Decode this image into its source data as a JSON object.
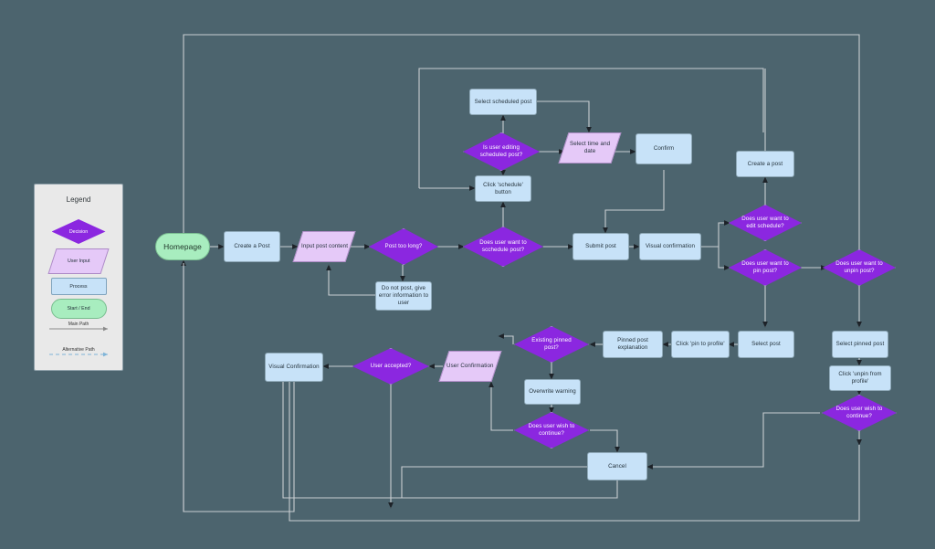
{
  "canvas": {
    "background_color": "#4c646e",
    "connector_color": "#c9ced1",
    "arrowhead_color": "#1d2228"
  },
  "legend": {
    "title": "Legend",
    "items": [
      {
        "shape": "decision",
        "label": "Decision",
        "color": "#8b27e0"
      },
      {
        "shape": "userinput",
        "label": "User Input",
        "color": "#e5c9f8"
      },
      {
        "shape": "process",
        "label": "Process",
        "color": "#c7e2f8"
      },
      {
        "shape": "terminal",
        "label": "Start / End",
        "color": "#a8edbf"
      },
      {
        "shape": "line",
        "label": "Main Path",
        "color": "#888888"
      },
      {
        "shape": "dashed",
        "label": "Alternative Path",
        "color": "#7fb4d8"
      }
    ]
  },
  "nodes": [
    {
      "id": "homepage",
      "type": "terminal",
      "label": "Homepage"
    },
    {
      "id": "create_a_post_1",
      "type": "process",
      "label": "Create a Post"
    },
    {
      "id": "input_post",
      "type": "userinput",
      "label": "Input post content"
    },
    {
      "id": "post_too_long",
      "type": "decision",
      "label": "Post too long?"
    },
    {
      "id": "do_not_post",
      "type": "process",
      "label": "Do not post, give error information to user"
    },
    {
      "id": "schedule_q",
      "type": "decision",
      "label": "Does user want to scchedule post?"
    },
    {
      "id": "click_schedule",
      "type": "process",
      "label": "Click 'schedule' button"
    },
    {
      "id": "editing_sched_q",
      "type": "decision",
      "label": "Is user editing scheduled post?"
    },
    {
      "id": "select_sched",
      "type": "process",
      "label": "Select scheduled post"
    },
    {
      "id": "select_time",
      "type": "userinput",
      "label": "Select time and date"
    },
    {
      "id": "confirm",
      "type": "process",
      "label": "Confirm"
    },
    {
      "id": "submit_post",
      "type": "process",
      "label": "Submit post"
    },
    {
      "id": "visual_conf",
      "type": "process",
      "label": "Visual confirmation"
    },
    {
      "id": "edit_sched_q",
      "type": "decision",
      "label": "Does user want to edit schedule?"
    },
    {
      "id": "pin_post_q",
      "type": "decision",
      "label": "Does user want to pin post?"
    },
    {
      "id": "create_a_post_2",
      "type": "process",
      "label": "Create a post"
    },
    {
      "id": "unpin_post_q",
      "type": "decision",
      "label": "Does user want to unpin post?"
    },
    {
      "id": "select_post",
      "type": "process",
      "label": "Select post"
    },
    {
      "id": "click_pin",
      "type": "process",
      "label": "Click 'pin to profile'"
    },
    {
      "id": "pinned_expl",
      "type": "process",
      "label": "Pinned post explanation"
    },
    {
      "id": "existing_pin_q",
      "type": "decision",
      "label": "Existing pinned post?"
    },
    {
      "id": "overwrite_warn",
      "type": "process",
      "label": "Overwrite warning"
    },
    {
      "id": "continue_q_1",
      "type": "decision",
      "label": "Does user wish to continue?"
    },
    {
      "id": "cancel",
      "type": "process",
      "label": "Cancel"
    },
    {
      "id": "user_conf",
      "type": "userinput",
      "label": "User Confirmation"
    },
    {
      "id": "user_accepted_q",
      "type": "decision",
      "label": "User accepted?"
    },
    {
      "id": "visual_conf_2",
      "type": "process",
      "label": "Visual Confirmation"
    },
    {
      "id": "select_pinned",
      "type": "process",
      "label": "Select pinned post"
    },
    {
      "id": "click_unpin",
      "type": "process",
      "label": "Click 'unpin from profile'"
    },
    {
      "id": "continue_q_2",
      "type": "decision",
      "label": "Does user wish to continue?"
    }
  ]
}
